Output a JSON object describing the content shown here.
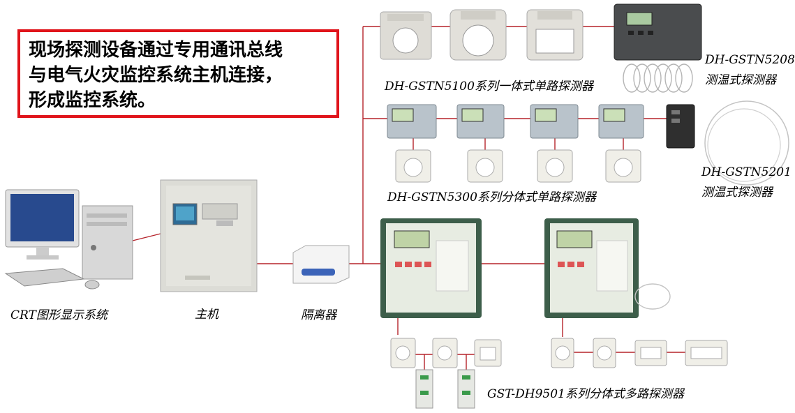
{
  "note": {
    "lines": [
      "现场探测设备通过专用通讯总线",
      "与电气火灾监控系统主机连接，",
      "形成监控系统。"
    ]
  },
  "labels": {
    "crt": "CRT图形显示系统",
    "host": "主机",
    "isolator": "隔离器",
    "gstn5100": "DH-GSTN5100系列一体式单路探测器",
    "gstn5208_model": "DH-GSTN5208",
    "gstn5208_desc": "测温式探测器",
    "gstn5300": "DH-GSTN5300系列分体式单路探测器",
    "gstn5201_model": "DH-GSTN5201",
    "gstn5201_desc": "测温式探测器",
    "gst_dh9501": "GST-DH9501系列分体式多路探测器"
  },
  "colors": {
    "bus_line": "#b5232a",
    "note_border": "#e0141b",
    "panel_body": "#3d5e4a",
    "panel_face": "#e7ece2",
    "cabinet": "#dcdcd6"
  }
}
